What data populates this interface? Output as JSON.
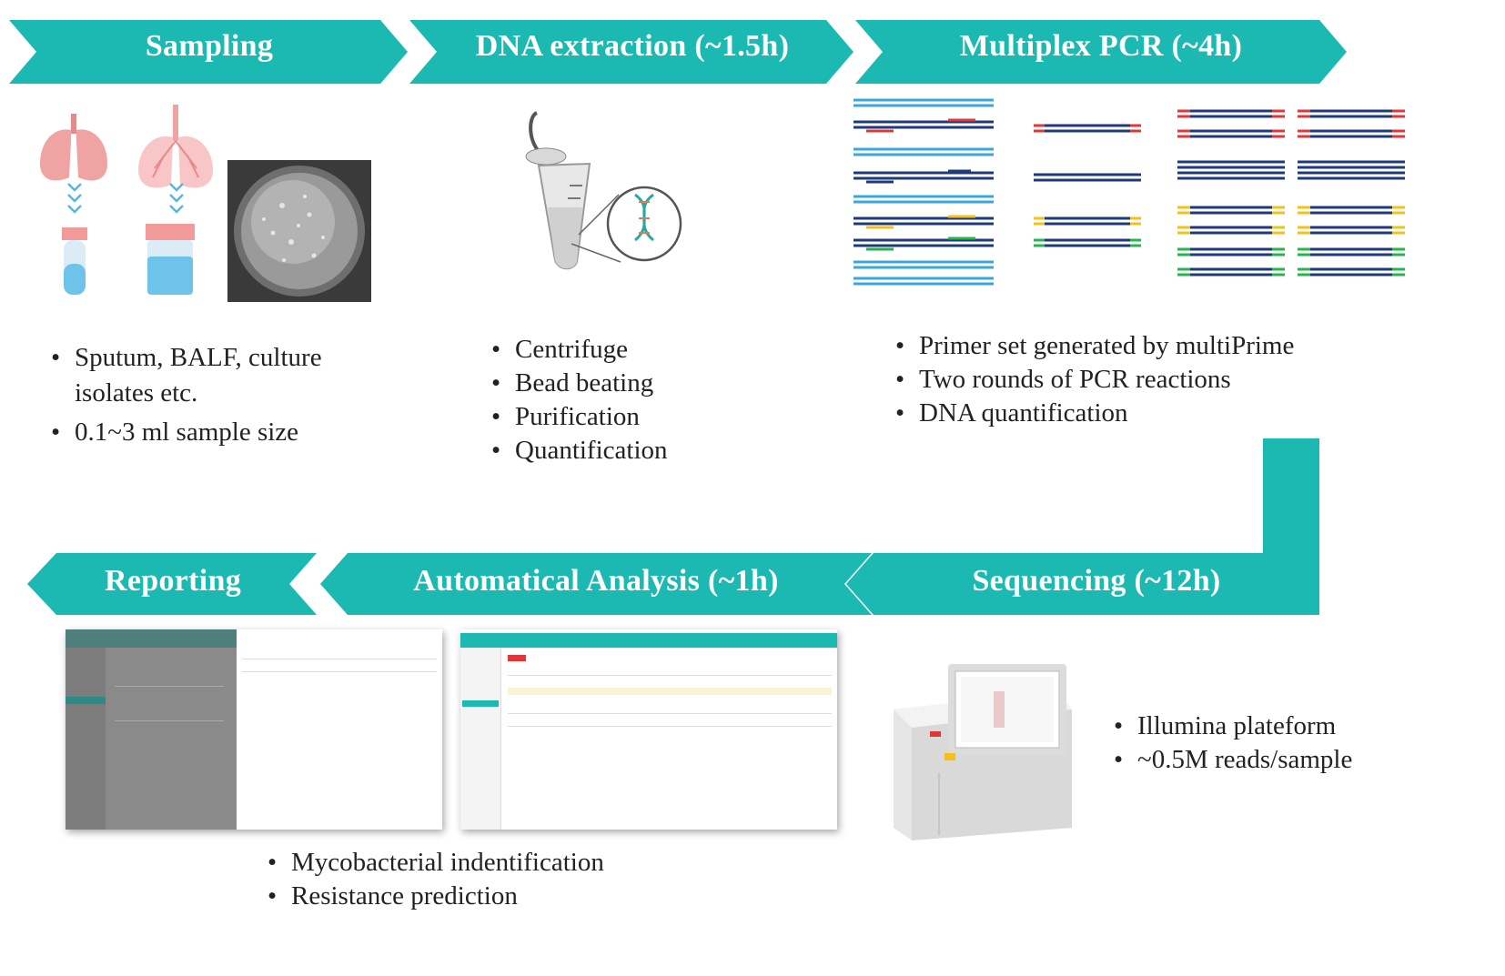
{
  "steps": {
    "sampling": "Sampling",
    "extraction": "DNA extraction (~1.5h)",
    "pcr": "Multiplex PCR (~4h)",
    "sequencing": "Sequencing (~12h)",
    "analysis": "Automatical Analysis (~1h)",
    "reporting": "Reporting"
  },
  "sampling_bullets": [
    "Sputum, BALF, culture isolates  etc.",
    "0.1~3 ml sample size"
  ],
  "extraction_bullets": [
    "Centrifuge",
    "Bead beating",
    "Purification",
    "Quantification"
  ],
  "pcr_bullets": [
    "Primer set generated by multiPrime",
    "Two rounds of PCR reactions",
    "DNA quantification"
  ],
  "sequencing_bullets": [
    "Illumina plateform",
    "~0.5M reads/sample"
  ],
  "analysis_bullets": [
    "Mycobacterial indentification",
    "Resistance prediction"
  ],
  "colors": {
    "teal": "#1bb9b1",
    "teal_dark": "#16a39c",
    "navy": "#1f3a78",
    "cyan": "#3aa7d8",
    "red": "#e0383a",
    "yellow": "#f2c21b",
    "green": "#27b34d"
  }
}
